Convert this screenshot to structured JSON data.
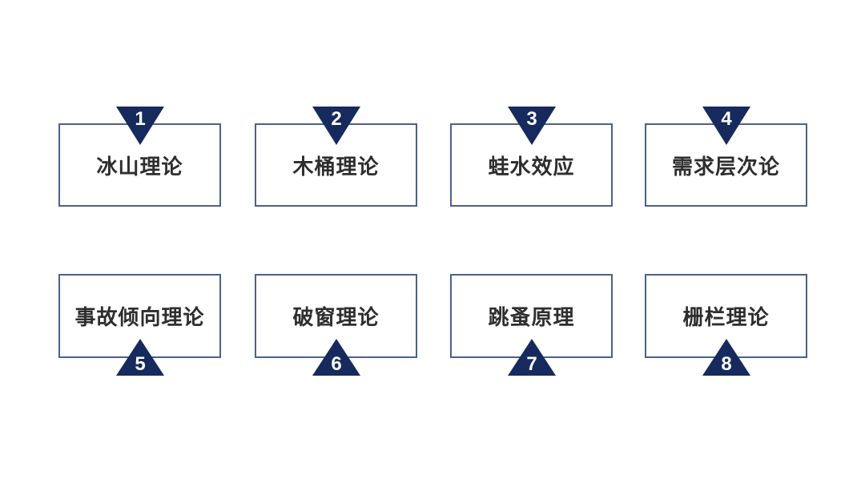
{
  "colors": {
    "background": "#ffffff",
    "triangle_navy": "#172a5e",
    "box_border": "#4a618c",
    "label_text": "#2e2e2e",
    "number_text": "#ffffff"
  },
  "rows": [
    {
      "items": [
        {
          "number": "1",
          "label": "冰山理论"
        },
        {
          "number": "2",
          "label": "木桶理论"
        },
        {
          "number": "3",
          "label": "蛙水效应"
        },
        {
          "number": "4",
          "label": "需求层次论"
        }
      ]
    },
    {
      "items": [
        {
          "number": "5",
          "label": "事故倾向理论"
        },
        {
          "number": "6",
          "label": "破窗理论"
        },
        {
          "number": "7",
          "label": "跳蚤原理"
        },
        {
          "number": "8",
          "label": "栅栏理论"
        }
      ]
    }
  ]
}
